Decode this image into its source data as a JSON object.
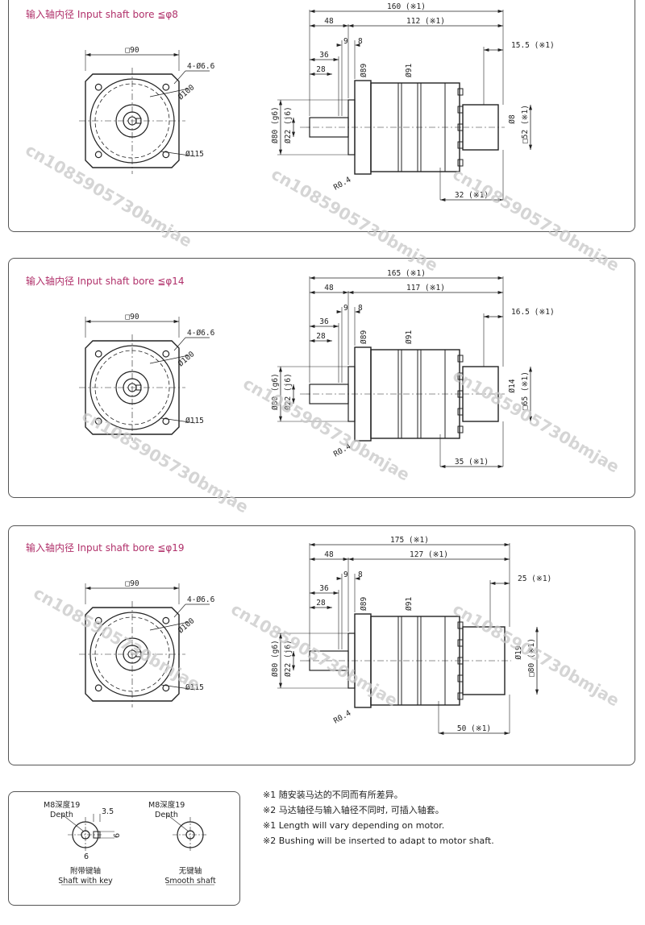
{
  "panels": [
    {
      "title": "输入轴内径  Input shaft bore  ≦φ8",
      "front": {
        "square": "□90",
        "holes": "4-Ø6.6",
        "pcd": "Ø100",
        "outer": "Ø115"
      },
      "side": {
        "total": "160 (※1)",
        "left_len": "48",
        "right_len": "112 (※1)",
        "d9": "9",
        "d8": "8",
        "d36": "36",
        "d28": "28",
        "flange_len": "15.5 (※1)",
        "phi89": "Ø89",
        "phi91": "Ø91",
        "phi80": "Ø80 (g6)",
        "phi22": "Ø22 (j6)",
        "r04": "R0.4",
        "motor_shaft": "Ø8",
        "motor_pilot": "□52 (※1)",
        "motor_len": "32 (※1)"
      }
    },
    {
      "title": "输入轴内径  Input shaft bore  ≦φ14",
      "front": {
        "square": "□90",
        "holes": "4-Ø6.6",
        "pcd": "Ø100",
        "outer": "Ø115"
      },
      "side": {
        "total": "165 (※1)",
        "left_len": "48",
        "right_len": "117 (※1)",
        "d9": "9",
        "d8": "8",
        "d36": "36",
        "d28": "28",
        "flange_len": "16.5 (※1)",
        "phi89": "Ø89",
        "phi91": "Ø91",
        "phi80": "Ø80 (g6)",
        "phi22": "Ø22 (j6)",
        "r04": "R0.4",
        "motor_shaft": "Ø14",
        "motor_pilot": "□65 (※1)",
        "motor_len": "35 (※1)"
      }
    },
    {
      "title": "输入轴内径  Input shaft bore  ≦φ19",
      "front": {
        "square": "□90",
        "holes": "4-Ø6.6",
        "pcd": "Ø100",
        "outer": "Ø115"
      },
      "side": {
        "total": "175 (※1)",
        "left_len": "48",
        "right_len": "127 (※1)",
        "d9": "9",
        "d8": "8",
        "d36": "36",
        "d28": "28",
        "flange_len": "25 (※1)",
        "phi89": "Ø89",
        "phi91": "Ø91",
        "phi80": "Ø80 (g6)",
        "phi22": "Ø22 (j6)",
        "r04": "R0.4",
        "motor_shaft": "Ø19",
        "motor_pilot": "□80 (※1)",
        "motor_len": "50 (※1)"
      }
    }
  ],
  "shafts": {
    "keyed": {
      "thread": "M8深度19",
      "depth": "Depth",
      "key_w": "3.5",
      "key_h": "6",
      "key_l": "6",
      "cn": "附带键轴",
      "en": "Shaft with key"
    },
    "smooth": {
      "thread": "M8深度19",
      "depth": "Depth",
      "cn": "无键轴",
      "en": "Smooth shaft"
    }
  },
  "notes": [
    "※1  随安装马达的不同而有所差异。",
    "※2  马达轴径与输入轴径不同时, 可插入轴套。",
    "※1  Length will vary depending on motor.",
    "※2  Bushing will be inserted to adapt to motor shaft."
  ],
  "watermark": "cn1085905730bmjae",
  "colors": {
    "title": "#b0306a",
    "line": "#222222",
    "frame": "#555555"
  }
}
